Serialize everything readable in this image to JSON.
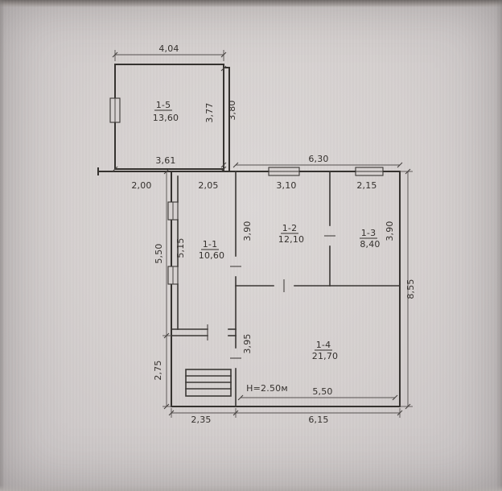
{
  "colors": {
    "paper": "#d6d1d0",
    "ink": "#34302d"
  },
  "plan": {
    "rooms": {
      "r15": {
        "num": "1-5",
        "area": "13,60"
      },
      "r11": {
        "num": "1-1",
        "area": "10,60"
      },
      "r12": {
        "num": "1-2",
        "area": "12,10"
      },
      "r13": {
        "num": "1-3",
        "area": "8,40"
      },
      "r14": {
        "num": "1-4",
        "area": "21,70"
      }
    },
    "dims": {
      "top_width": "4,04",
      "r15_inner_height": "3,77",
      "r15_outer_height": "3,80",
      "r15_bottom_width": "3,61",
      "left_offset": "2,00",
      "r11_top_width": "2,05",
      "top_right_width": "6,30",
      "r12_top_width": "3,10",
      "r13_top_width": "2,15",
      "r12_left_height": "3,90",
      "r13_right_height": "3,90",
      "left_upper_height": "5,50",
      "r11_inner_height": "5,15",
      "r14_left_height": "3,95",
      "left_lower_height": "2,75",
      "right_height": "8,55",
      "bottom_left_width": "2,35",
      "bottom_right_width": "6,15",
      "r14_bottom_width": "5,50",
      "ceiling_height": "H=2.50м"
    }
  }
}
